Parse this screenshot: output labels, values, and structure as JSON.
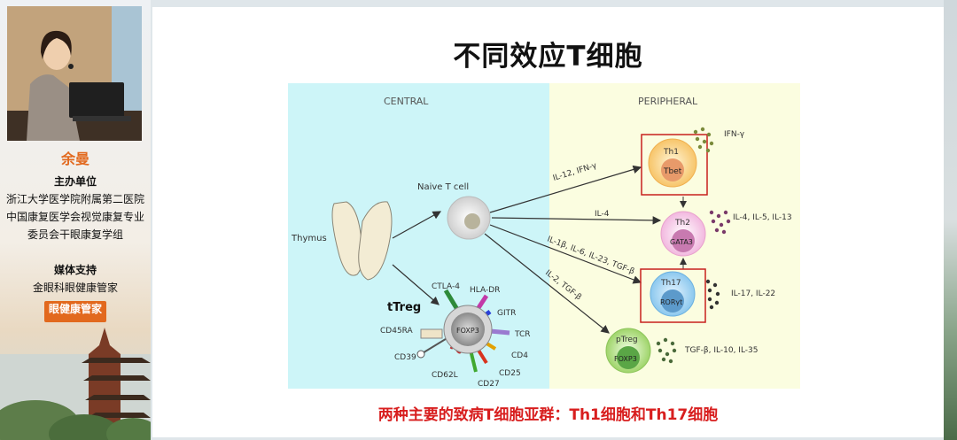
{
  "speaker": {
    "name": "余曼"
  },
  "sidebar": {
    "organizer_title": "主办单位",
    "organizers": [
      "浙江大学医学院附属第二医院",
      "中国康复医学会视觉康复专业",
      "委员会干眼康复学组"
    ],
    "media_title": "媒体支持",
    "media": "金眼科眼健康管家",
    "logo_text": "眼健康管家"
  },
  "slide": {
    "title": "不同效应T细胞",
    "caption": "两种主要的致病T细胞亚群：Th1细胞和Th17细胞"
  },
  "diagram": {
    "central_label": "CENTRAL",
    "peripheral_label": "PERIPHERAL",
    "thymus": "Thymus",
    "naive": "Naive T cell",
    "treg_title": "tTreg",
    "foxp3": "FOXP3",
    "markers": [
      "CTLA-4",
      "HLA-DR",
      "GITR",
      "TCR",
      "CD4",
      "CD25",
      "CD27",
      "CD62L",
      "CD39",
      "CD45RA"
    ],
    "th1": {
      "name": "Th1",
      "tf": "Tbet",
      "cytokines": "IFN-γ",
      "inducer": "IL-12, IFN-γ"
    },
    "th2": {
      "name": "Th2",
      "tf": "GATA3",
      "cytokines": "IL-4, IL-5, IL-13",
      "inducer": "IL-4"
    },
    "th17": {
      "name": "Th17",
      "tf": "RORγt",
      "cytokines": "IL-17, IL-22",
      "inducer": "IL-1β, IL-6, IL-23, TGF-β"
    },
    "ptreg": {
      "name": "pTreg",
      "tf": "FOXP3",
      "cytokines": "TGF-β, IL-10, IL-35",
      "inducer": "IL-2, TGF-β"
    }
  },
  "colors": {
    "central_bg": "#cdf5f8",
    "peripheral_bg": "#fbfde0",
    "highlight": "#c8201e",
    "caption": "#d81e1e",
    "accent": "#e2691e"
  }
}
